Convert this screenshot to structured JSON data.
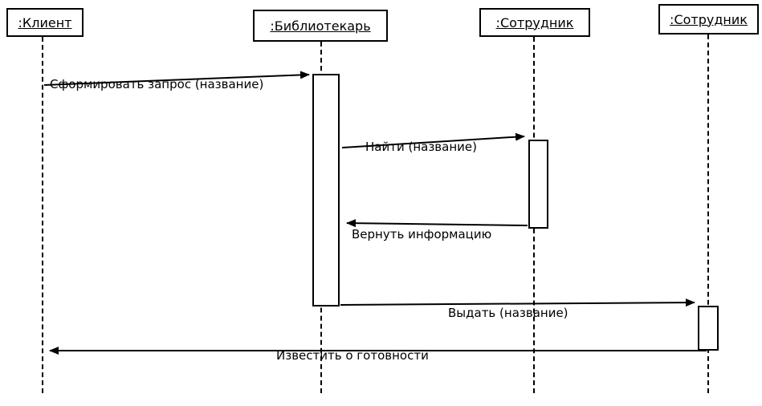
{
  "diagram": {
    "type": "uml-sequence-diagram",
    "colors": {
      "line": "#000000",
      "background": "#ffffff"
    },
    "actors": [
      {
        "label": ":Клиент"
      },
      {
        "label": ":Библиотекарь"
      },
      {
        "label": ":Сотрудник"
      },
      {
        "label": ":Сотрудник"
      }
    ],
    "messages": [
      {
        "label": "Сформировать запрос (название)",
        "from": ":Клиент",
        "to": ":Библиотекарь"
      },
      {
        "label": "Найти (название)",
        "from": ":Библиотекарь",
        "to": ":Сотрудник"
      },
      {
        "label": "Вернуть информацию",
        "from": ":Сотрудник",
        "to": ":Библиотекарь"
      },
      {
        "label": "Выдать (название)",
        "from": ":Библиотекарь",
        "to": ":Сотрудник"
      },
      {
        "label": "Известить о готовности",
        "from": ":Сотрудник",
        "to": ":Клиент"
      }
    ]
  }
}
